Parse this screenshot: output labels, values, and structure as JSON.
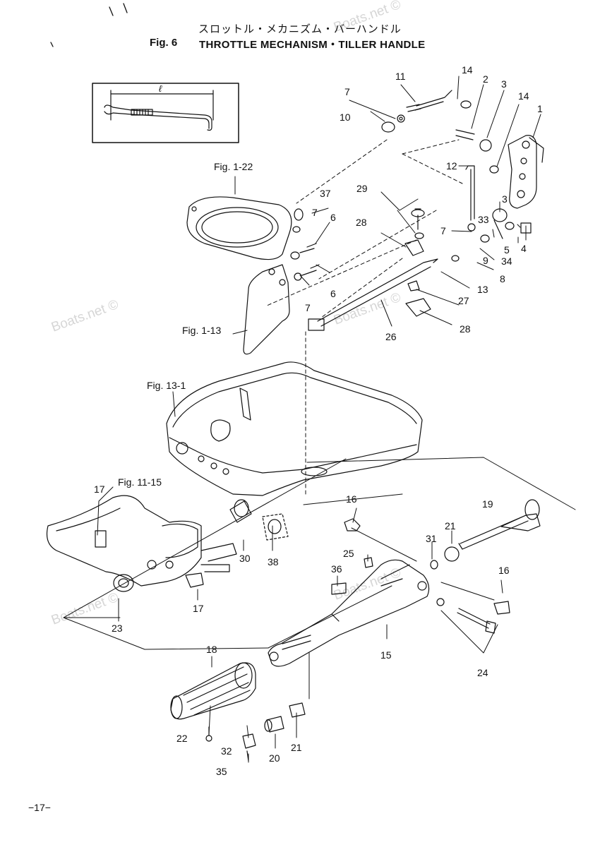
{
  "header": {
    "title_jp": "スロットル・メカニズム・バーハンドル",
    "fig_no": "Fig. 6",
    "title_en": "THROTTLE MECHANISM・TILLER HANDLE"
  },
  "inset_label": "ℓ",
  "references": {
    "fig_1_22": "Fig. 1-22",
    "fig_1_13": "Fig. 1-13",
    "fig_13_1": "Fig. 13-1",
    "fig_11_15": "Fig. 11-15"
  },
  "part_numbers": {
    "p1": "1",
    "p2": "2",
    "p3a": "3",
    "p3b": "3",
    "p4": "4",
    "p5": "5",
    "p6a": "6",
    "p6b": "6",
    "p7a": "7",
    "p7b": "7",
    "p7c": "7",
    "p7d": "7",
    "p8": "8",
    "p9": "9",
    "p10": "10",
    "p11": "11",
    "p12": "12",
    "p13": "13",
    "p14a": "14",
    "p14b": "14",
    "p15": "15",
    "p16a": "16",
    "p16b": "16",
    "p17a": "17",
    "p17b": "17",
    "p18": "18",
    "p19": "19",
    "p20": "20",
    "p21a": "21",
    "p21b": "21",
    "p22": "22",
    "p23": "23",
    "p24": "24",
    "p25": "25",
    "p26": "26",
    "p27": "27",
    "p28a": "28",
    "p28b": "28",
    "p29": "29",
    "p30": "30",
    "p31": "31",
    "p32": "32",
    "p33": "33",
    "p34": "34",
    "p35": "35",
    "p36": "36",
    "p37": "37",
    "p38": "38"
  },
  "watermarks": [
    "Boats.net ©",
    "Boats.net ©",
    "Boats.net ©",
    "Boats.net ©",
    "Boats.net ©"
  ],
  "page_number": "−17−"
}
